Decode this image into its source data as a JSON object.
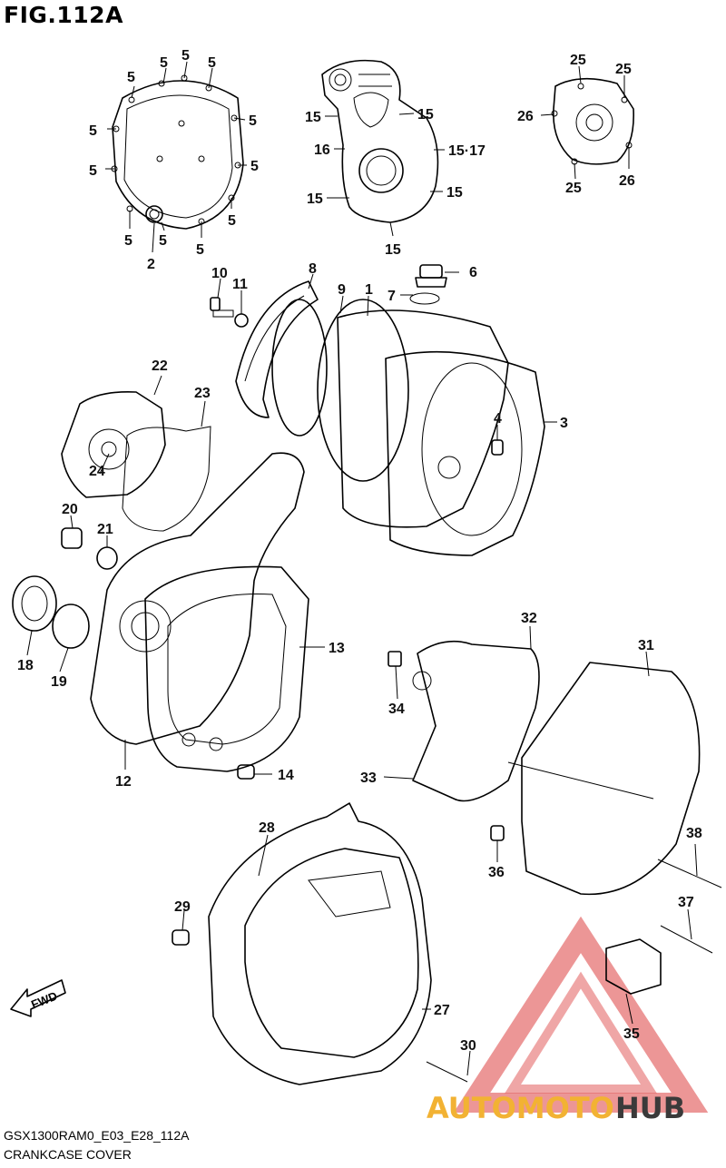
{
  "figure": {
    "title": "FIG.112A",
    "code": "GSX1300RAM0_E03_E28_112A",
    "caption": "CRANKCASE COVER"
  },
  "fwd_label": "FWD",
  "watermark": {
    "part1": "AUTOMOTO",
    "part2": "HUB",
    "color_primary": "#f2b233",
    "color_secondary": "#3a3a3a",
    "triangle_color": "#e05050"
  },
  "callouts": [
    {
      "id": "c5a",
      "text": "5"
    },
    {
      "id": "c5b",
      "text": "5"
    },
    {
      "id": "c5c",
      "text": "5"
    },
    {
      "id": "c5d",
      "text": "5"
    },
    {
      "id": "c5e",
      "text": "5"
    },
    {
      "id": "c5f",
      "text": "5"
    },
    {
      "id": "c5g",
      "text": "5"
    },
    {
      "id": "c5h",
      "text": "5"
    },
    {
      "id": "c5i",
      "text": "5"
    },
    {
      "id": "c5j",
      "text": "5"
    },
    {
      "id": "c5k",
      "text": "5"
    },
    {
      "id": "c5l",
      "text": "5"
    },
    {
      "id": "c2",
      "text": "2"
    },
    {
      "id": "c15a",
      "text": "15"
    },
    {
      "id": "c15b",
      "text": "15"
    },
    {
      "id": "c16",
      "text": "16"
    },
    {
      "id": "c1517",
      "text": "15·17"
    },
    {
      "id": "c15c",
      "text": "15"
    },
    {
      "id": "c15d",
      "text": "15"
    },
    {
      "id": "c15e",
      "text": "15"
    },
    {
      "id": "c25a",
      "text": "25"
    },
    {
      "id": "c25b",
      "text": "25"
    },
    {
      "id": "c26a",
      "text": "26"
    },
    {
      "id": "c25c",
      "text": "25"
    },
    {
      "id": "c26b",
      "text": "26"
    },
    {
      "id": "c10",
      "text": "10"
    },
    {
      "id": "c11",
      "text": "11"
    },
    {
      "id": "c8",
      "text": "8"
    },
    {
      "id": "c9",
      "text": "9"
    },
    {
      "id": "c1",
      "text": "1"
    },
    {
      "id": "c7",
      "text": "7"
    },
    {
      "id": "c6",
      "text": "6"
    },
    {
      "id": "c3",
      "text": "3"
    },
    {
      "id": "c4",
      "text": "4"
    },
    {
      "id": "c22",
      "text": "22"
    },
    {
      "id": "c23",
      "text": "23"
    },
    {
      "id": "c24",
      "text": "24"
    },
    {
      "id": "c20",
      "text": "20"
    },
    {
      "id": "c21",
      "text": "21"
    },
    {
      "id": "c18",
      "text": "18"
    },
    {
      "id": "c19",
      "text": "19"
    },
    {
      "id": "c13",
      "text": "13"
    },
    {
      "id": "c12",
      "text": "12"
    },
    {
      "id": "c14",
      "text": "14"
    },
    {
      "id": "c32",
      "text": "32"
    },
    {
      "id": "c31",
      "text": "31"
    },
    {
      "id": "c34",
      "text": "34"
    },
    {
      "id": "c33",
      "text": "33"
    },
    {
      "id": "c36",
      "text": "36"
    },
    {
      "id": "c38",
      "text": "38"
    },
    {
      "id": "c37",
      "text": "37"
    },
    {
      "id": "c35",
      "text": "35"
    },
    {
      "id": "c28",
      "text": "28"
    },
    {
      "id": "c29",
      "text": "29"
    },
    {
      "id": "c27",
      "text": "27"
    },
    {
      "id": "c30",
      "text": "30"
    }
  ]
}
